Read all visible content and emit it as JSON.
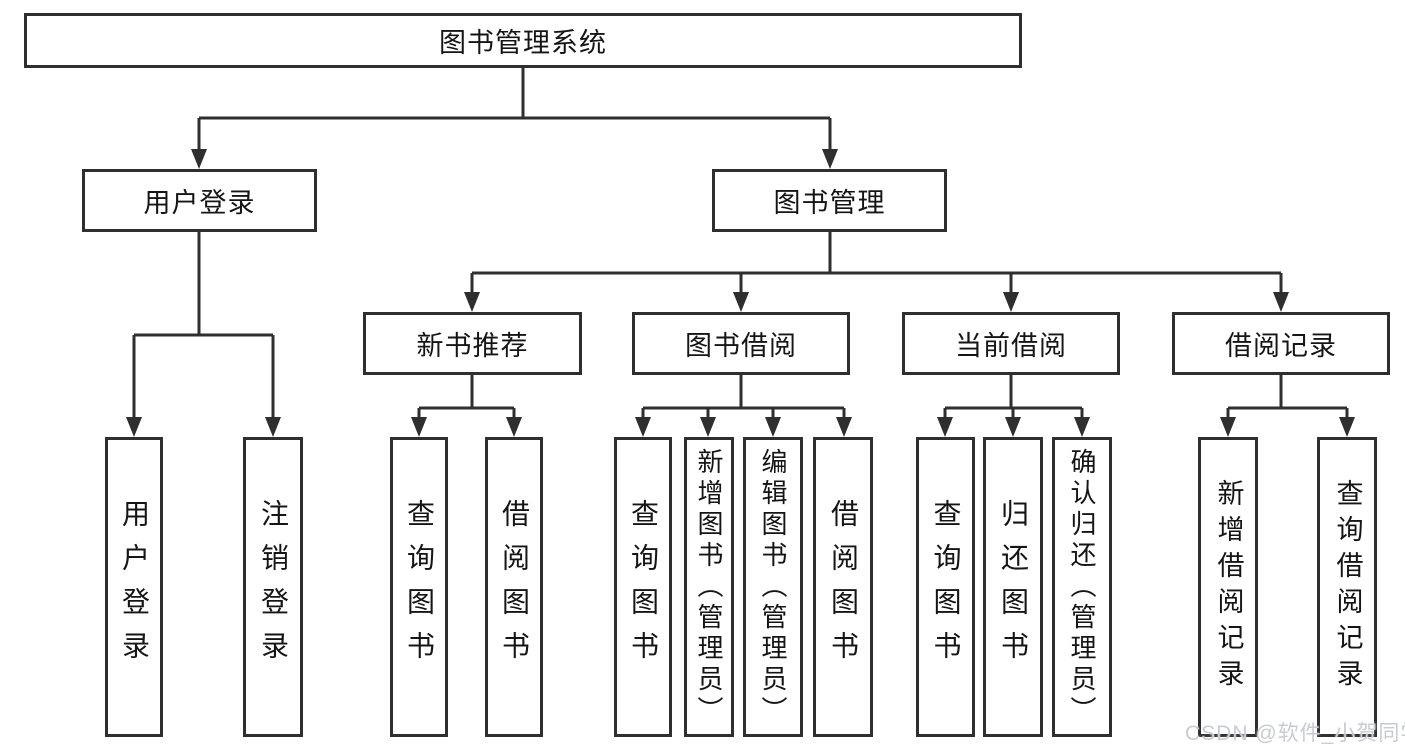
{
  "style": {
    "line_color": "#2f2f2f",
    "box_background": "#ffffff",
    "text_color": "#151515",
    "watermark_color": "#c7cbd4"
  },
  "watermark": {
    "text": "CSDN @软件_小贺同学"
  },
  "diagram": {
    "type": "hierarchy-tree",
    "root": {
      "label": "图书管理系统",
      "children": [
        {
          "label": "用户登录",
          "children": [
            {
              "label": "用户登录"
            },
            {
              "label": "注销登录"
            }
          ]
        },
        {
          "label": "图书管理",
          "children": [
            {
              "label": "新书推荐",
              "children": [
                {
                  "label": "查询图书"
                },
                {
                  "label": "借阅图书"
                }
              ]
            },
            {
              "label": "图书借阅",
              "children": [
                {
                  "label": "查询图书"
                },
                {
                  "label": "新增图书（管理员）"
                },
                {
                  "label": "编辑图书（管理员）"
                },
                {
                  "label": "借阅图书"
                }
              ]
            },
            {
              "label": "当前借阅",
              "children": [
                {
                  "label": "查询图书"
                },
                {
                  "label": "归还图书"
                },
                {
                  "label": "确认归还（管理员）"
                }
              ]
            },
            {
              "label": "借阅记录",
              "children": [
                {
                  "label": "新增借阅记录"
                },
                {
                  "label": "查询借阅记录"
                }
              ]
            }
          ]
        }
      ]
    }
  }
}
